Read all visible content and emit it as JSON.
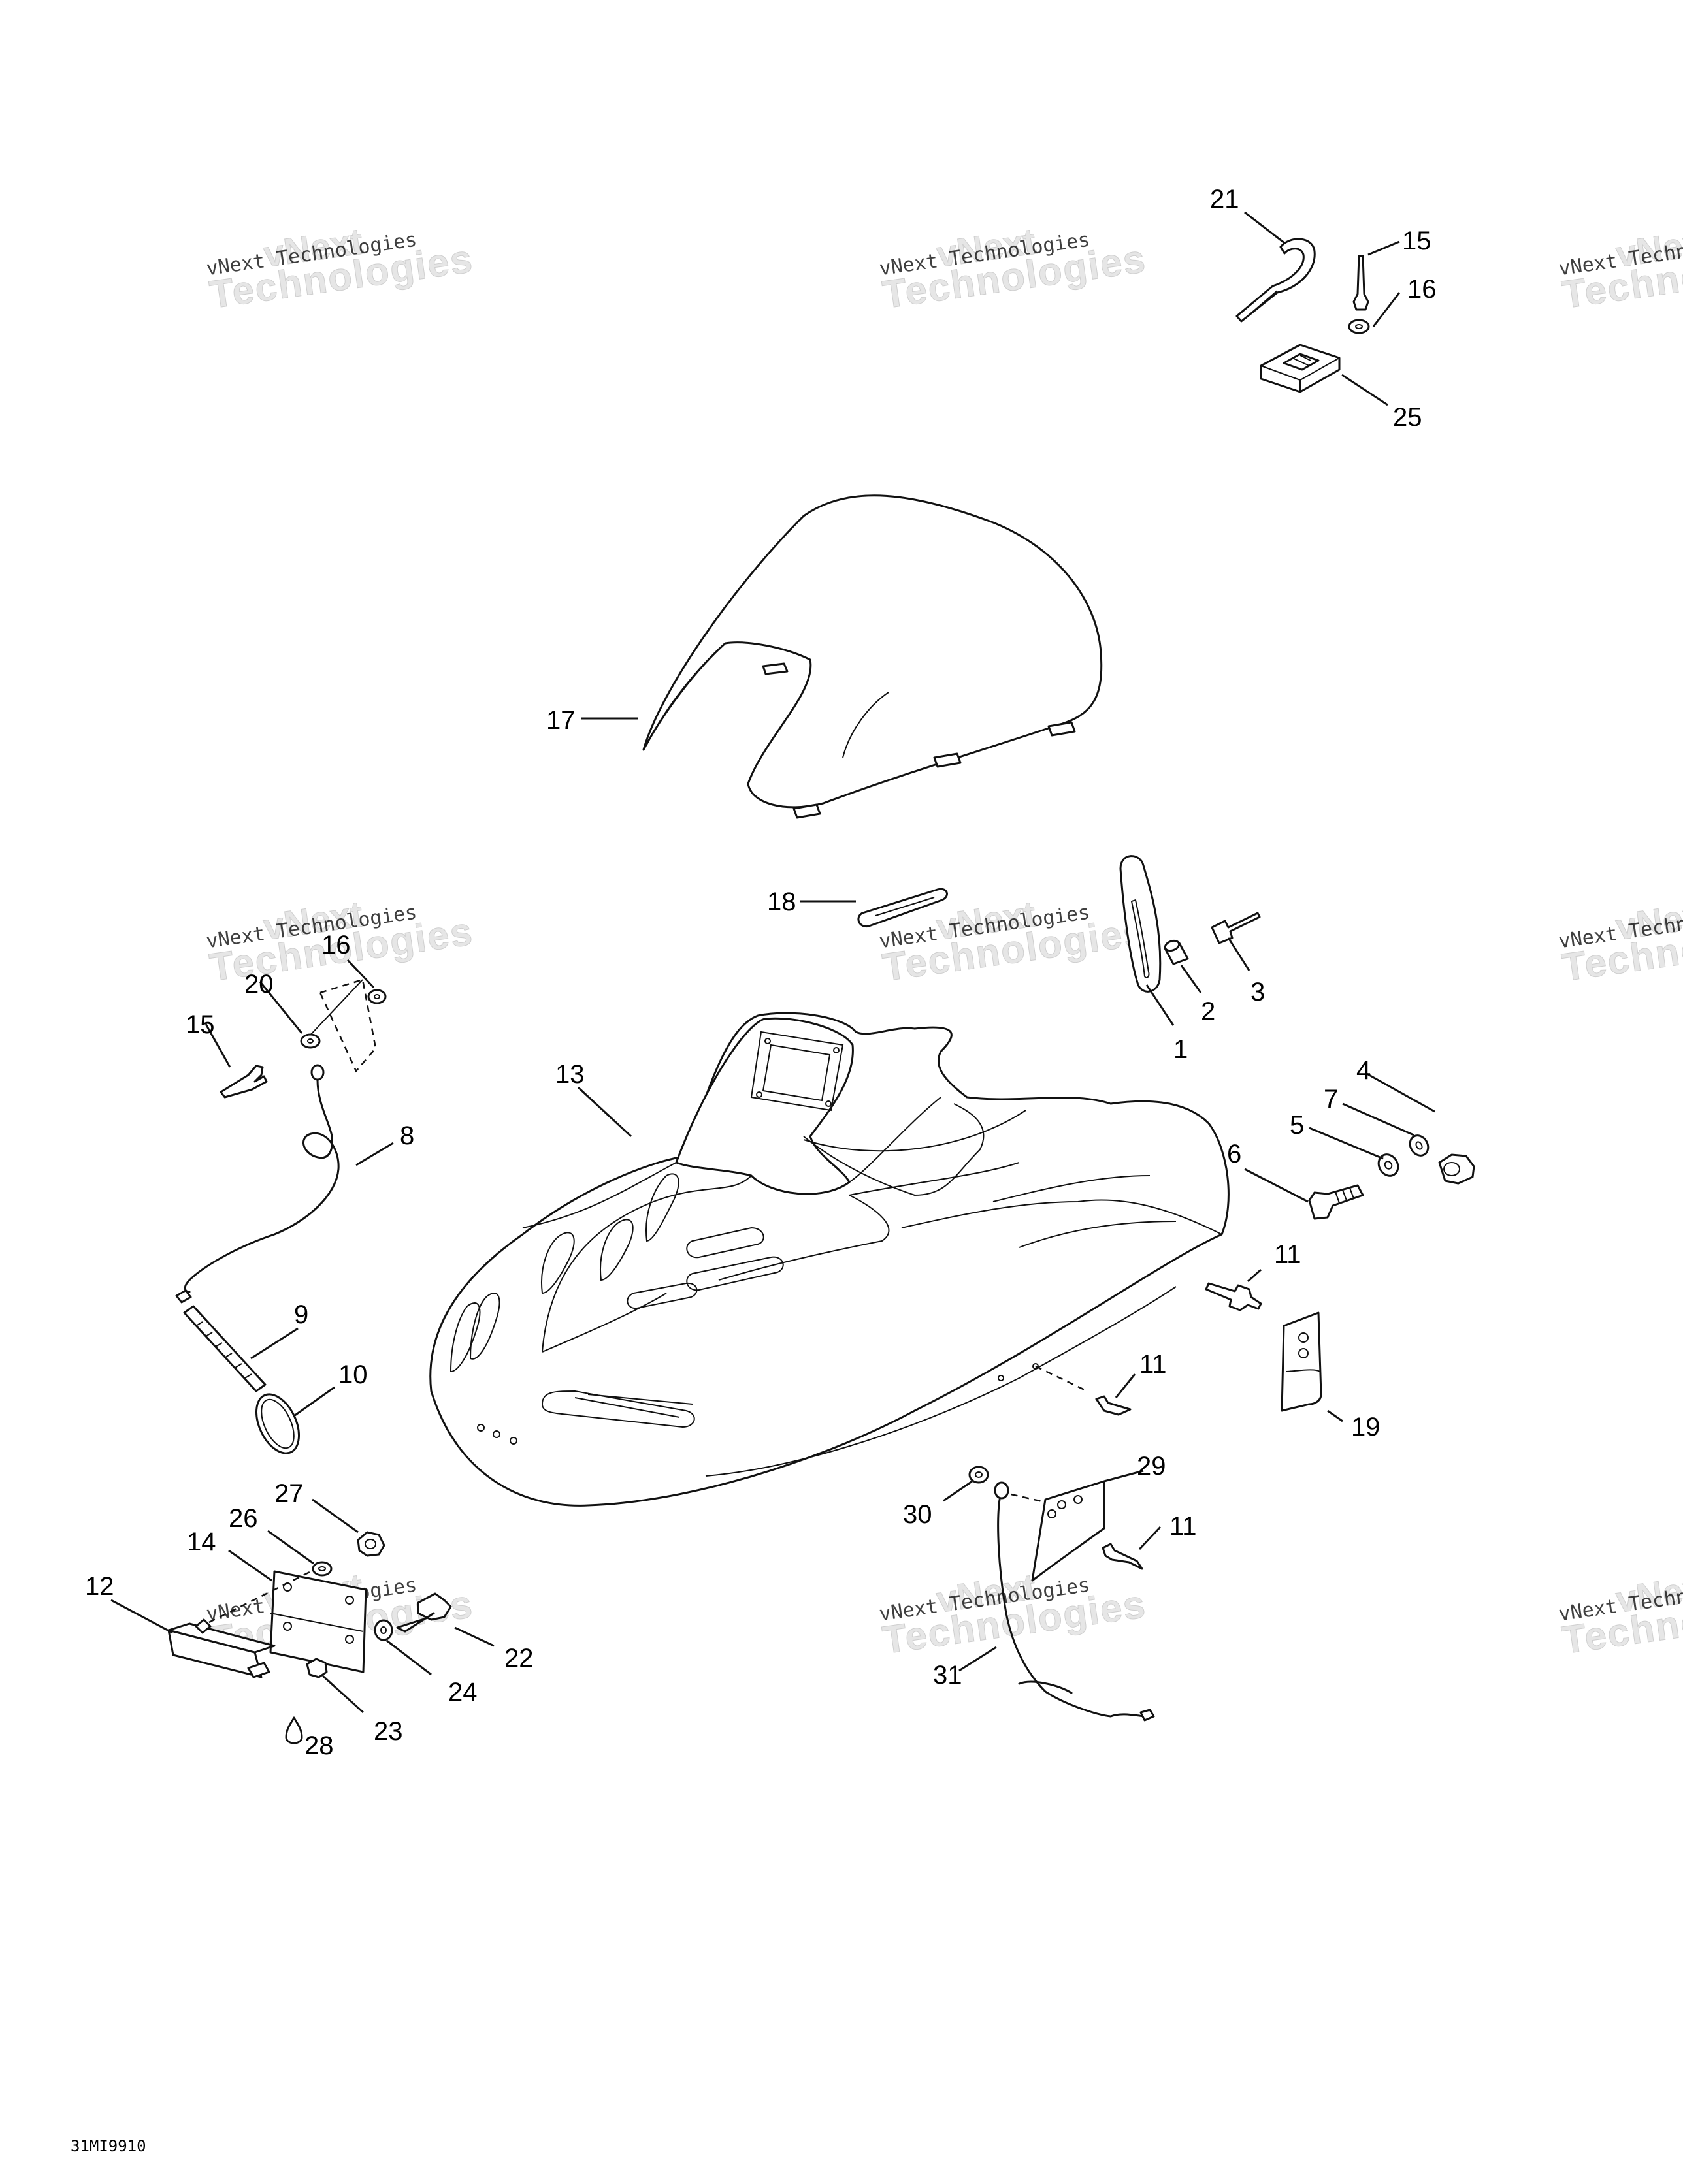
{
  "drawing_ref": "31MI9910",
  "watermark": {
    "line1": "vNext Technologies"
  },
  "callouts": {
    "c1": "1",
    "c2": "2",
    "c3": "3",
    "c4": "4",
    "c5": "5",
    "c6": "6",
    "c7": "7",
    "c8": "8",
    "c9": "9",
    "c10": "10",
    "c11a": "11",
    "c11b": "11",
    "c11c": "11",
    "c12": "12",
    "c13": "13",
    "c14": "14",
    "c15a": "15",
    "c15b": "15",
    "c16a": "16",
    "c16b": "16",
    "c17": "17",
    "c18": "18",
    "c19": "19",
    "c20": "20",
    "c21": "21",
    "c22": "22",
    "c23": "23",
    "c24": "24",
    "c25": "25",
    "c26": "26",
    "c27": "27",
    "c28": "28",
    "c29": "29",
    "c30": "30",
    "c31": "31"
  },
  "colors": {
    "line": "#111111",
    "background": "#ffffff",
    "watermark": "#e6e6e6"
  }
}
